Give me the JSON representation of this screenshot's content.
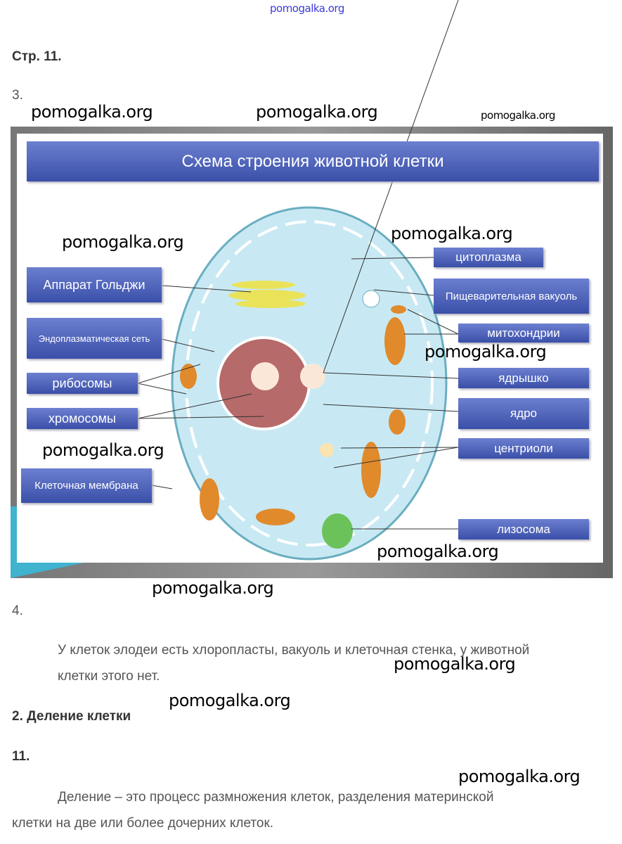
{
  "watermark": "pomogalka.org",
  "page_heading": "Стр. 11.",
  "q3": "3.",
  "diagram": {
    "title": "Схема строения животной клетки",
    "labels_left": [
      "Аппарат Гольджи",
      "Эндоплазматическая сеть",
      "рибосомы",
      "хромосомы",
      "Клеточная мембрана"
    ],
    "labels_right": [
      "цитоплазма",
      "Пищеварительная вакуоль",
      "митохондрии",
      "ядрышко",
      "ядро",
      "центриоли",
      "лизосома"
    ]
  },
  "q4": "4.",
  "answer4_line1": "У клеток элодеи есть хлоропласты, вакуоль и клеточная стенка, у животной",
  "answer4_line2": "клетки этого нет.",
  "section2": "2. Деление клетки",
  "q11": "11.",
  "answer11_line1": "Деление – это процесс размножения клеток, разделения материнской",
  "answer11_line2": "клетки на две или более дочерних клеток."
}
